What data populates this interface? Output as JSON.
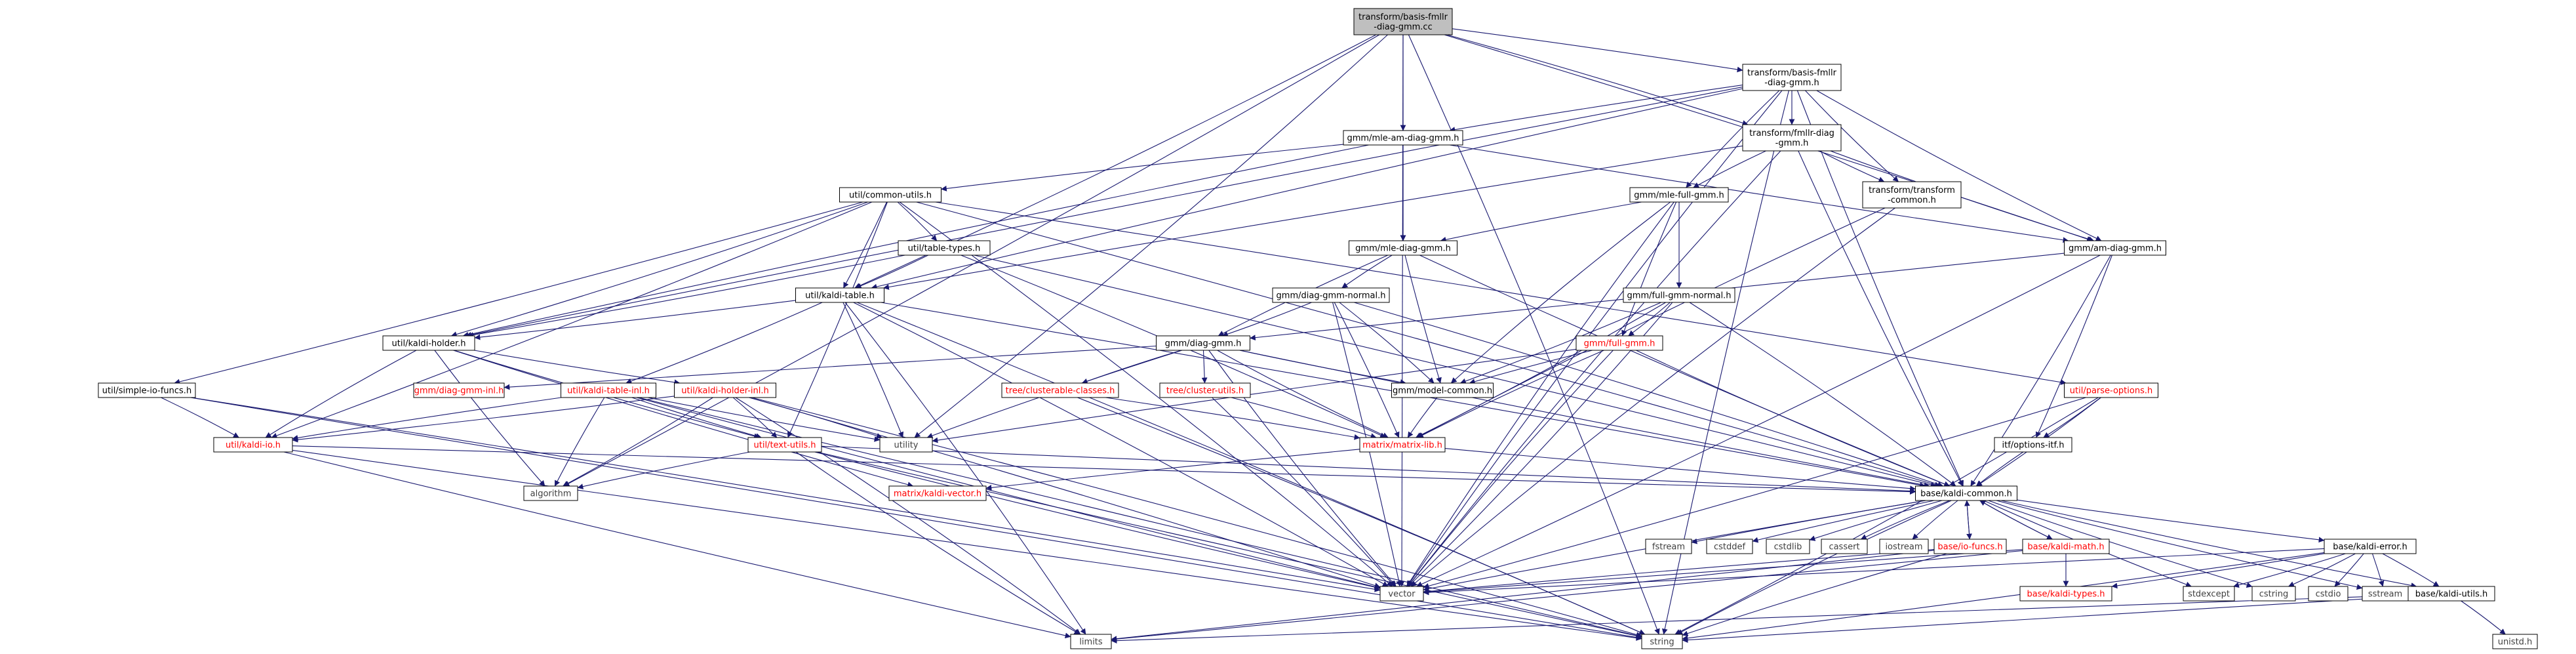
{
  "diagram": {
    "type": "include-dependency-graph",
    "colors": {
      "root_fill": "#bfbfbf",
      "node_fill": "#ffffff",
      "node_border": "#000000",
      "external_border": "#bfbfbf",
      "edge": "#191970",
      "broken_link_text": "#ff0000"
    },
    "nodes": [
      {
        "id": "root",
        "label": [
          "transform/basis-fmllr",
          "-diag-gmm.cc"
        ],
        "kind": "root"
      },
      {
        "id": "bfh",
        "label": [
          "transform/basis-fmllr",
          "-diag-gmm.h"
        ],
        "kind": "file"
      },
      {
        "id": "mleam",
        "label": [
          "gmm/mle-am-diag-gmm.h"
        ],
        "kind": "file"
      },
      {
        "id": "fmllr",
        "label": [
          "transform/fmllr-diag",
          "-gmm.h"
        ],
        "kind": "file"
      },
      {
        "id": "common",
        "label": [
          "util/common-utils.h"
        ],
        "kind": "file"
      },
      {
        "id": "mlefull",
        "label": [
          "gmm/mle-full-gmm.h"
        ],
        "kind": "file"
      },
      {
        "id": "ttc",
        "label": [
          "transform/transform",
          "-common.h"
        ],
        "kind": "file"
      },
      {
        "id": "tabletypes",
        "label": [
          "util/table-types.h"
        ],
        "kind": "file"
      },
      {
        "id": "mlediag",
        "label": [
          "gmm/mle-diag-gmm.h"
        ],
        "kind": "file"
      },
      {
        "id": "amdiag",
        "label": [
          "gmm/am-diag-gmm.h"
        ],
        "kind": "file"
      },
      {
        "id": "kalditable",
        "label": [
          "util/kaldi-table.h"
        ],
        "kind": "file"
      },
      {
        "id": "dgnormal",
        "label": [
          "gmm/diag-gmm-normal.h"
        ],
        "kind": "file"
      },
      {
        "id": "fgnormal",
        "label": [
          "gmm/full-gmm-normal.h"
        ],
        "kind": "file"
      },
      {
        "id": "kholder",
        "label": [
          "util/kaldi-holder.h"
        ],
        "kind": "file"
      },
      {
        "id": "diaggmm",
        "label": [
          "gmm/diag-gmm.h"
        ],
        "kind": "file"
      },
      {
        "id": "fullgmm",
        "label": [
          "gmm/full-gmm.h"
        ],
        "kind": "red"
      },
      {
        "id": "parseopt",
        "label": [
          "util/parse-options.h"
        ],
        "kind": "red"
      },
      {
        "id": "simpleio",
        "label": [
          "util/simple-io-funcs.h"
        ],
        "kind": "file"
      },
      {
        "id": "diaginl",
        "label": [
          "gmm/diag-gmm-inl.h"
        ],
        "kind": "red"
      },
      {
        "id": "ktableinl",
        "label": [
          "util/kaldi-table-inl.h"
        ],
        "kind": "red"
      },
      {
        "id": "kholderinl",
        "label": [
          "util/kaldi-holder-inl.h"
        ],
        "kind": "red"
      },
      {
        "id": "clustercls",
        "label": [
          "tree/clusterable-classes.h"
        ],
        "kind": "red"
      },
      {
        "id": "clusterutils",
        "label": [
          "tree/cluster-utils.h"
        ],
        "kind": "red"
      },
      {
        "id": "modelcommon",
        "label": [
          "gmm/model-common.h"
        ],
        "kind": "file"
      },
      {
        "id": "kio",
        "label": [
          "util/kaldi-io.h"
        ],
        "kind": "red"
      },
      {
        "id": "textutils",
        "label": [
          "util/text-utils.h"
        ],
        "kind": "red"
      },
      {
        "id": "utility",
        "label": [
          "utility"
        ],
        "kind": "external"
      },
      {
        "id": "matrixlib",
        "label": [
          "matrix/matrix-lib.h"
        ],
        "kind": "red"
      },
      {
        "id": "itf",
        "label": [
          "itf/options-itf.h"
        ],
        "kind": "file"
      },
      {
        "id": "algorithm",
        "label": [
          "algorithm"
        ],
        "kind": "external"
      },
      {
        "id": "kvector",
        "label": [
          "matrix/kaldi-vector.h"
        ],
        "kind": "red"
      },
      {
        "id": "kcommon",
        "label": [
          "base/kaldi-common.h"
        ],
        "kind": "file"
      },
      {
        "id": "fstream",
        "label": [
          "fstream"
        ],
        "kind": "external"
      },
      {
        "id": "cstddef",
        "label": [
          "cstddef"
        ],
        "kind": "external"
      },
      {
        "id": "cstdlib",
        "label": [
          "cstdlib"
        ],
        "kind": "external"
      },
      {
        "id": "cassert",
        "label": [
          "cassert"
        ],
        "kind": "external"
      },
      {
        "id": "iostream",
        "label": [
          "iostream"
        ],
        "kind": "external"
      },
      {
        "id": "iofuncs",
        "label": [
          "base/io-funcs.h"
        ],
        "kind": "red"
      },
      {
        "id": "kmath",
        "label": [
          "base/kaldi-math.h"
        ],
        "kind": "red"
      },
      {
        "id": "kerror",
        "label": [
          "base/kaldi-error.h"
        ],
        "kind": "file"
      },
      {
        "id": "ktypes",
        "label": [
          "base/kaldi-types.h"
        ],
        "kind": "red"
      },
      {
        "id": "vector",
        "label": [
          "vector"
        ],
        "kind": "external"
      },
      {
        "id": "stdexcept",
        "label": [
          "stdexcept"
        ],
        "kind": "external"
      },
      {
        "id": "cstring",
        "label": [
          "cstring"
        ],
        "kind": "external"
      },
      {
        "id": "cstdio",
        "label": [
          "cstdio"
        ],
        "kind": "external"
      },
      {
        "id": "sstream",
        "label": [
          "sstream"
        ],
        "kind": "external"
      },
      {
        "id": "kutils",
        "label": [
          "base/kaldi-utils.h"
        ],
        "kind": "file"
      },
      {
        "id": "limits",
        "label": [
          "limits"
        ],
        "kind": "external"
      },
      {
        "id": "string",
        "label": [
          "string"
        ],
        "kind": "external"
      },
      {
        "id": "unistd",
        "label": [
          "unistd.h"
        ],
        "kind": "external"
      }
    ],
    "edges": [
      [
        "root",
        "bfh"
      ],
      [
        "root",
        "mleam"
      ],
      [
        "root",
        "mlediag"
      ],
      [
        "root",
        "amdiag"
      ],
      [
        "root",
        "fmllr"
      ],
      [
        "root",
        "kalditable"
      ],
      [
        "root",
        "utility"
      ],
      [
        "root",
        "vector"
      ],
      [
        "root",
        "algorithm"
      ],
      [
        "root",
        "string"
      ],
      [
        "bfh",
        "mleam"
      ],
      [
        "bfh",
        "fmllr"
      ],
      [
        "bfh",
        "mlefull"
      ],
      [
        "bfh",
        "ttc"
      ],
      [
        "bfh",
        "amdiag"
      ],
      [
        "bfh",
        "kholder"
      ],
      [
        "bfh",
        "kalditable"
      ],
      [
        "bfh",
        "kcommon"
      ],
      [
        "bfh",
        "vector"
      ],
      [
        "bfh",
        "string"
      ],
      [
        "mleam",
        "mlediag"
      ],
      [
        "mleam",
        "amdiag"
      ],
      [
        "mleam",
        "common"
      ],
      [
        "mleam",
        "kholder"
      ],
      [
        "fmllr",
        "mlefull"
      ],
      [
        "fmllr",
        "ttc"
      ],
      [
        "fmllr",
        "amdiag"
      ],
      [
        "fmllr",
        "kalditable"
      ],
      [
        "fmllr",
        "kcommon"
      ],
      [
        "fmllr",
        "vector"
      ],
      [
        "common",
        "tabletypes"
      ],
      [
        "common",
        "kalditable"
      ],
      [
        "common",
        "kholder"
      ],
      [
        "common",
        "simpleio"
      ],
      [
        "common",
        "kio"
      ],
      [
        "common",
        "textutils"
      ],
      [
        "common",
        "parseopt"
      ],
      [
        "common",
        "kcommon"
      ],
      [
        "common",
        "vector"
      ],
      [
        "mlefull",
        "mlediag"
      ],
      [
        "mlefull",
        "fgnormal"
      ],
      [
        "mlefull",
        "fullgmm"
      ],
      [
        "mlefull",
        "modelcommon"
      ],
      [
        "mlefull",
        "vector"
      ],
      [
        "ttc",
        "matrixlib"
      ],
      [
        "ttc",
        "vector"
      ],
      [
        "tabletypes",
        "kalditable"
      ],
      [
        "tabletypes",
        "kholder"
      ],
      [
        "tabletypes",
        "matrixlib"
      ],
      [
        "tabletypes",
        "kcommon"
      ],
      [
        "mlediag",
        "diaggmm"
      ],
      [
        "mlediag",
        "dgnormal"
      ],
      [
        "mlediag",
        "modelcommon"
      ],
      [
        "mlediag",
        "kcommon"
      ],
      [
        "amdiag",
        "diaggmm"
      ],
      [
        "amdiag",
        "itf"
      ],
      [
        "amdiag",
        "kcommon"
      ],
      [
        "amdiag",
        "vector"
      ],
      [
        "kalditable",
        "kholder"
      ],
      [
        "kalditable",
        "ktableinl"
      ],
      [
        "kalditable",
        "utility"
      ],
      [
        "kalditable",
        "vector"
      ],
      [
        "kalditable",
        "string"
      ],
      [
        "kalditable",
        "kcommon"
      ],
      [
        "kalditable",
        "limits"
      ],
      [
        "dgnormal",
        "diaggmm"
      ],
      [
        "dgnormal",
        "modelcommon"
      ],
      [
        "dgnormal",
        "matrixlib"
      ],
      [
        "dgnormal",
        "kcommon"
      ],
      [
        "dgnormal",
        "vector"
      ],
      [
        "fgnormal",
        "fullgmm"
      ],
      [
        "fgnormal",
        "modelcommon"
      ],
      [
        "fgnormal",
        "matrixlib"
      ],
      [
        "fgnormal",
        "kcommon"
      ],
      [
        "fgnormal",
        "vector"
      ],
      [
        "kholder",
        "kholderinl"
      ],
      [
        "kholder",
        "kio"
      ],
      [
        "kholder",
        "textutils"
      ],
      [
        "kholder",
        "kvector"
      ],
      [
        "kholder",
        "algorithm"
      ],
      [
        "diaggmm",
        "diaginl"
      ],
      [
        "diaggmm",
        "clustercls"
      ],
      [
        "diaggmm",
        "clusterutils"
      ],
      [
        "diaggmm",
        "modelcommon"
      ],
      [
        "diaggmm",
        "matrixlib"
      ],
      [
        "diaggmm",
        "kcommon"
      ],
      [
        "diaggmm",
        "utility"
      ],
      [
        "diaggmm",
        "vector"
      ],
      [
        "fullgmm",
        "modelcommon"
      ],
      [
        "fullgmm",
        "matrixlib"
      ],
      [
        "fullgmm",
        "kcommon"
      ],
      [
        "fullgmm",
        "utility"
      ],
      [
        "fullgmm",
        "vector"
      ],
      [
        "parseopt",
        "itf"
      ],
      [
        "parseopt",
        "kcommon"
      ],
      [
        "parseopt",
        "vector"
      ],
      [
        "parseopt",
        "string"
      ],
      [
        "simpleio",
        "kio"
      ],
      [
        "simpleio",
        "vector"
      ],
      [
        "simpleio",
        "string"
      ],
      [
        "ktableinl",
        "kio"
      ],
      [
        "ktableinl",
        "textutils"
      ],
      [
        "ktableinl",
        "algorithm"
      ],
      [
        "ktableinl",
        "utility"
      ],
      [
        "ktableinl",
        "vector"
      ],
      [
        "ktableinl",
        "string"
      ],
      [
        "kholderinl",
        "kio"
      ],
      [
        "kholderinl",
        "textutils"
      ],
      [
        "kholderinl",
        "utility"
      ],
      [
        "kholderinl",
        "algorithm"
      ],
      [
        "kholderinl",
        "vector"
      ],
      [
        "kholderinl",
        "string"
      ],
      [
        "kholderinl",
        "limits"
      ],
      [
        "clustercls",
        "matrixlib"
      ],
      [
        "clustercls",
        "string"
      ],
      [
        "clusterutils",
        "matrixlib"
      ],
      [
        "clusterutils",
        "vector"
      ],
      [
        "modelcommon",
        "matrixlib"
      ],
      [
        "kio",
        "kcommon"
      ],
      [
        "kio",
        "limits"
      ],
      [
        "kio",
        "string"
      ],
      [
        "textutils",
        "kcommon"
      ],
      [
        "textutils",
        "algorithm"
      ],
      [
        "textutils",
        "vector"
      ],
      [
        "textutils",
        "limits"
      ],
      [
        "textutils",
        "string"
      ],
      [
        "matrixlib",
        "kvector"
      ],
      [
        "matrixlib",
        "kcommon"
      ],
      [
        "itf",
        "kcommon"
      ],
      [
        "kcommon",
        "fstream"
      ],
      [
        "kcommon",
        "cstddef"
      ],
      [
        "kcommon",
        "cstdlib"
      ],
      [
        "kcommon",
        "cassert"
      ],
      [
        "kcommon",
        "iostream"
      ],
      [
        "kcommon",
        "iofuncs"
      ],
      [
        "kcommon",
        "kmath"
      ],
      [
        "kcommon",
        "kerror"
      ],
      [
        "kcommon",
        "vector"
      ],
      [
        "kcommon",
        "stdexcept"
      ],
      [
        "kcommon",
        "cstring"
      ],
      [
        "kcommon",
        "sstream"
      ],
      [
        "kcommon",
        "kutils"
      ],
      [
        "kcommon",
        "string"
      ],
      [
        "iofuncs",
        "kcommon"
      ],
      [
        "iofuncs",
        "vector"
      ],
      [
        "iofuncs",
        "string"
      ],
      [
        "iofuncs",
        "limits"
      ],
      [
        "kmath",
        "kcommon"
      ],
      [
        "kmath",
        "ktypes"
      ],
      [
        "kmath",
        "vector"
      ],
      [
        "kmath",
        "limits"
      ],
      [
        "kerror",
        "stdexcept"
      ],
      [
        "kerror",
        "cstring"
      ],
      [
        "kerror",
        "cstdio"
      ],
      [
        "kerror",
        "sstream"
      ],
      [
        "kerror",
        "kutils"
      ],
      [
        "kerror",
        "ktypes"
      ],
      [
        "kerror",
        "vector"
      ],
      [
        "kerror",
        "string"
      ],
      [
        "kutils",
        "unistd"
      ],
      [
        "kutils",
        "limits"
      ],
      [
        "kutils",
        "string"
      ]
    ]
  }
}
